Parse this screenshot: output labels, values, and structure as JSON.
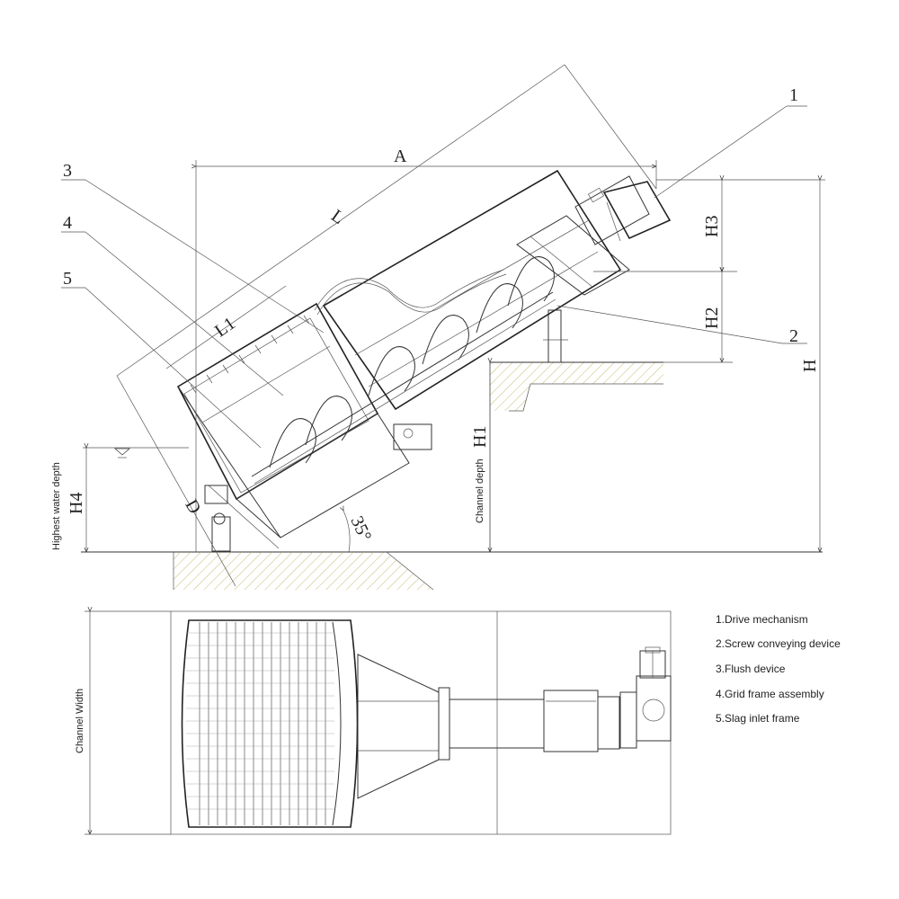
{
  "callouts": [
    "1",
    "2",
    "3",
    "4",
    "5"
  ],
  "dimensions": {
    "A": "A",
    "L": "L",
    "L1": "L1",
    "D": "D",
    "H": "H",
    "H1": "H1",
    "H2": "H2",
    "H3": "H3",
    "H4": "H4",
    "angle": "35°"
  },
  "side_labels": {
    "highest_water_depth": "Highest water depth",
    "channel_depth": "Channel depth",
    "channel_width": "Channel Width"
  },
  "legend": [
    "1.Drive mechanism",
    "2.Screw conveying device",
    "3.Flush device",
    "4.Grid frame assembly",
    "5.Slag inlet frame"
  ]
}
